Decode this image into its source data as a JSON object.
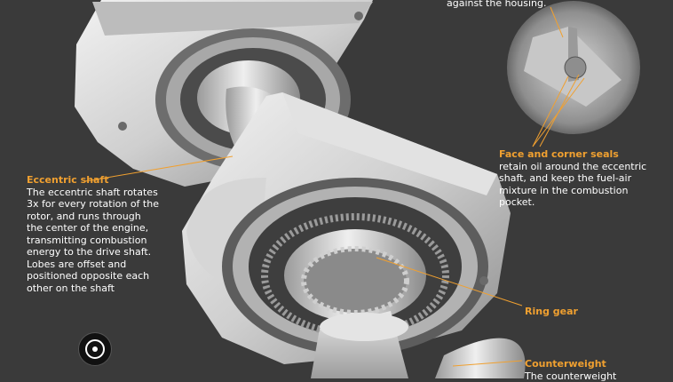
{
  "labels": {
    "housing_note": "against the housing.",
    "face_seals_head": "Face and corner seals",
    "face_seals_body": "retain oil around the eccentric shaft, and keep the fuel-air mixture in the combustion pocket.",
    "eccentric_head": "Eccentric shaft",
    "eccentric_body": "The eccentric shaft rotates 3x for every rotation of the rotor, and runs through the center of the engine, transmitting combustion energy to the drive shaft. Lobes are offset and positioned opposite each other on the shaft",
    "ring_gear": "Ring gear",
    "counterweight_head": "Counterweight",
    "counterweight_body": "The counterweight"
  },
  "colors": {
    "background": "#3a3a3a",
    "accent": "#f0a030",
    "text": "#ffffff",
    "metal_light": "#e6e6e6",
    "metal_mid": "#bdbdbd",
    "metal_dark": "#7a7a7a"
  },
  "icons": {
    "logo": "engine-logo-icon"
  }
}
